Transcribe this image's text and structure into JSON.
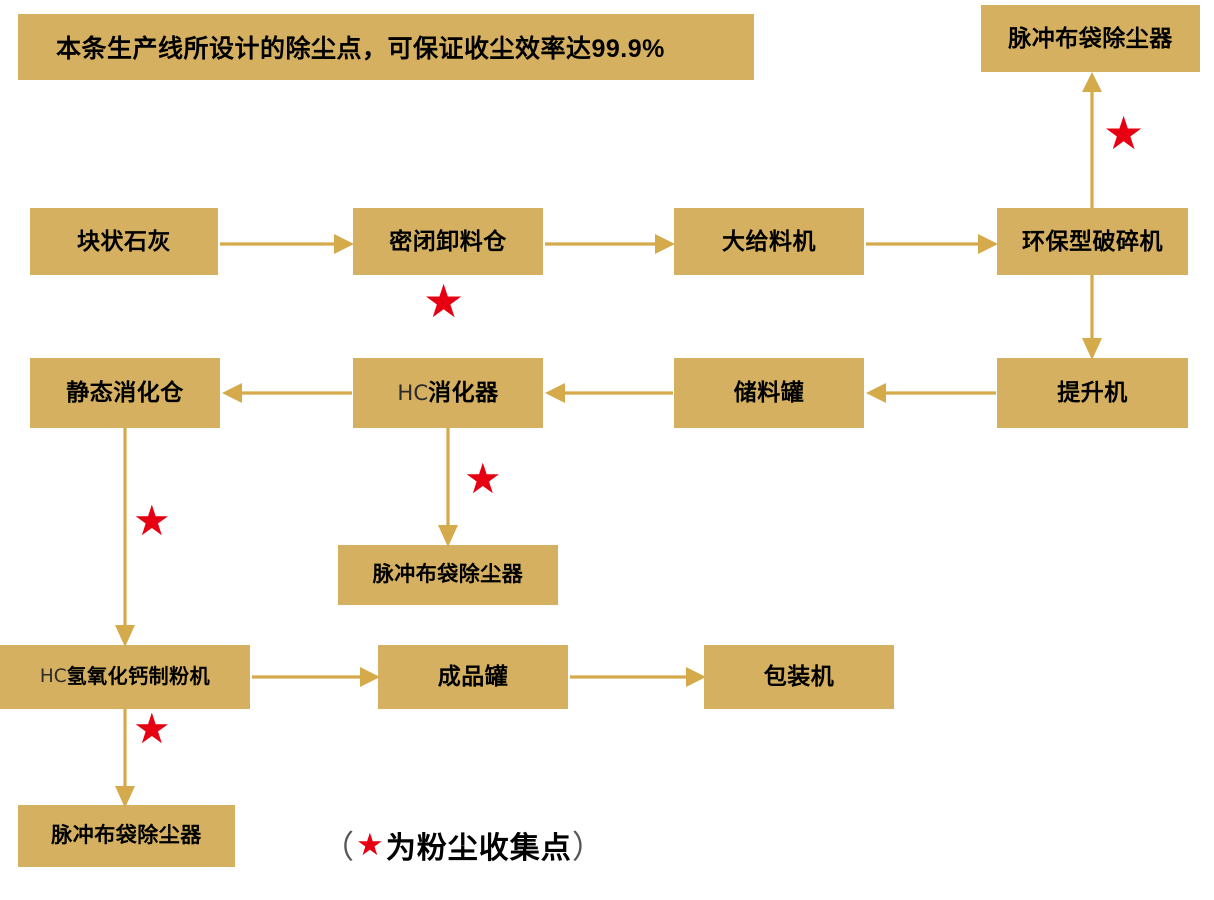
{
  "diagram": {
    "title_banner": "本条生产线所设计的除尘点，可保证收尘效率达99.9%",
    "legend": {
      "open_paren": "（",
      "star_symbol": "★",
      "text": "为粉尘收集点",
      "close_paren": "）"
    },
    "colors": {
      "box_fill": "#d4b060",
      "connector": "#d4aa4a",
      "star_red": "#e60012",
      "text": "#000000",
      "background": "#ffffff"
    },
    "nodes": [
      {
        "id": "n01",
        "label": "脉冲布袋除尘器",
        "role": "dust-collector-crusher"
      },
      {
        "id": "n02",
        "label": "块状石灰",
        "role": "raw-material"
      },
      {
        "id": "n03",
        "label": "密闭卸料仓",
        "role": "sealed-discharge-bin"
      },
      {
        "id": "n04",
        "label": "大给料机",
        "role": "large-feeder"
      },
      {
        "id": "n05",
        "label": "环保型破碎机",
        "role": "eco-crusher"
      },
      {
        "id": "n06",
        "label": "静态消化仓",
        "role": "static-digestion-bin"
      },
      {
        "id": "n07",
        "label_prefix": "HC",
        "label_main": "消化器",
        "label": "HC消化器",
        "role": "hc-digester"
      },
      {
        "id": "n08",
        "label": "储料罐",
        "role": "storage-tank"
      },
      {
        "id": "n09",
        "label": "提升机",
        "role": "elevator"
      },
      {
        "id": "n10",
        "label": "脉冲布袋除尘器",
        "role": "dust-collector-digester"
      },
      {
        "id": "n11",
        "label_prefix": "HC",
        "label_main": "氢氧化钙制粉机",
        "label": "HC氢氧化钙制粉机",
        "role": "hc-hydrated-lime-mill"
      },
      {
        "id": "n12",
        "label": "成品罐",
        "role": "finished-product-tank"
      },
      {
        "id": "n13",
        "label": "包装机",
        "role": "packing-machine"
      },
      {
        "id": "n14",
        "label": "脉冲布袋除尘器",
        "role": "dust-collector-mill"
      }
    ],
    "flow": [
      {
        "from": "块状石灰",
        "to": "密闭卸料仓",
        "direction": "right"
      },
      {
        "from": "密闭卸料仓",
        "to": "大给料机",
        "direction": "right"
      },
      {
        "from": "大给料机",
        "to": "环保型破碎机",
        "direction": "right"
      },
      {
        "from": "环保型破碎机",
        "to": "脉冲布袋除尘器",
        "direction": "up",
        "dust_point": true
      },
      {
        "from": "环保型破碎机",
        "to": "提升机",
        "direction": "down"
      },
      {
        "from": "提升机",
        "to": "储料罐",
        "direction": "left"
      },
      {
        "from": "储料罐",
        "to": "HC消化器",
        "direction": "left"
      },
      {
        "from": "HC消化器",
        "to": "静态消化仓",
        "direction": "left"
      },
      {
        "from": "HC消化器",
        "to": "脉冲布袋除尘器",
        "direction": "down",
        "dust_point": true
      },
      {
        "from": "静态消化仓",
        "to": "HC氢氧化钙制粉机",
        "direction": "down",
        "dust_point": true
      },
      {
        "from": "HC氢氧化钙制粉机",
        "to": "成品罐",
        "direction": "right"
      },
      {
        "from": "成品罐",
        "to": "包装机",
        "direction": "right"
      },
      {
        "from": "HC氢氧化钙制粉机",
        "to": "脉冲布袋除尘器",
        "direction": "down",
        "dust_point": true
      }
    ],
    "dust_points": [
      {
        "near": "密闭卸料仓",
        "symbol": "★"
      },
      {
        "near": "环保型破碎机",
        "symbol": "★"
      },
      {
        "near": "HC消化器",
        "symbol": "★"
      },
      {
        "near": "静态消化仓",
        "symbol": "★"
      },
      {
        "near": "HC氢氧化钙制粉机",
        "symbol": "★"
      }
    ]
  }
}
